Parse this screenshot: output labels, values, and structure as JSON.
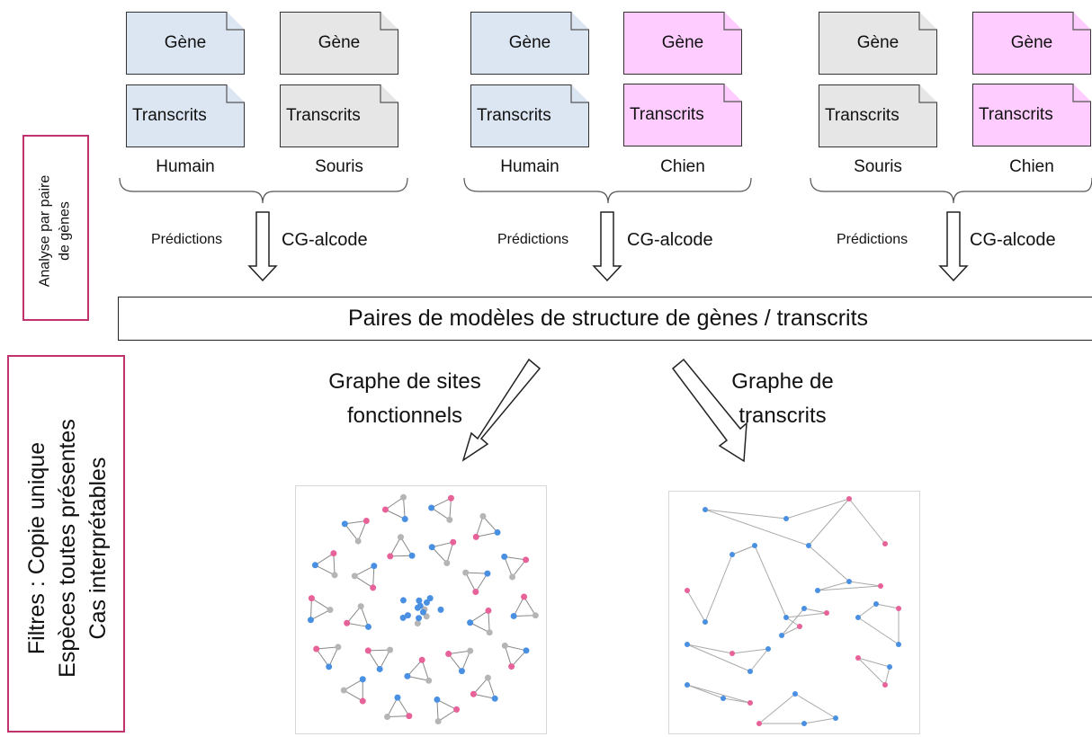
{
  "groups": [
    {
      "gene_label": "Gène",
      "transcripts_label": "Transcrits",
      "species": [
        "Humain",
        "Souris"
      ],
      "colors": [
        "#dce6f2",
        "#e6e6e6"
      ],
      "predictions": "Prédictions",
      "tool": "CG-alcode"
    },
    {
      "gene_label": "Gène",
      "transcripts_label": "Transcrits",
      "species": [
        "Humain",
        "Chien"
      ],
      "colors": [
        "#dce6f2",
        "#ffccff"
      ],
      "predictions": "Prédictions",
      "tool": "CG-alcode"
    },
    {
      "gene_label": "Gène",
      "transcripts_label": "Transcrits",
      "species": [
        "Souris",
        "Chien"
      ],
      "colors": [
        "#e6e6e6",
        "#ffccff"
      ],
      "predictions": "Prédictions",
      "tool": "CG-alcode"
    }
  ],
  "main_box": "Paires de modèles de structure de gènes / transcrits",
  "left_labels": {
    "analysis": [
      "Analyse par paire",
      "de gènes"
    ],
    "filters": [
      "Filtres : Copie unique",
      "Espèces toutes présentes",
      "Cas interprétables"
    ]
  },
  "branches": {
    "sites_graph": [
      "Graphe de sites",
      "fonctionnels"
    ],
    "transcripts_graph": [
      "Graphe de",
      "transcrits"
    ]
  },
  "node_colors": {
    "human": "#4a90e2",
    "dog": "#e8629a",
    "mouse": "#b5b5b5"
  }
}
